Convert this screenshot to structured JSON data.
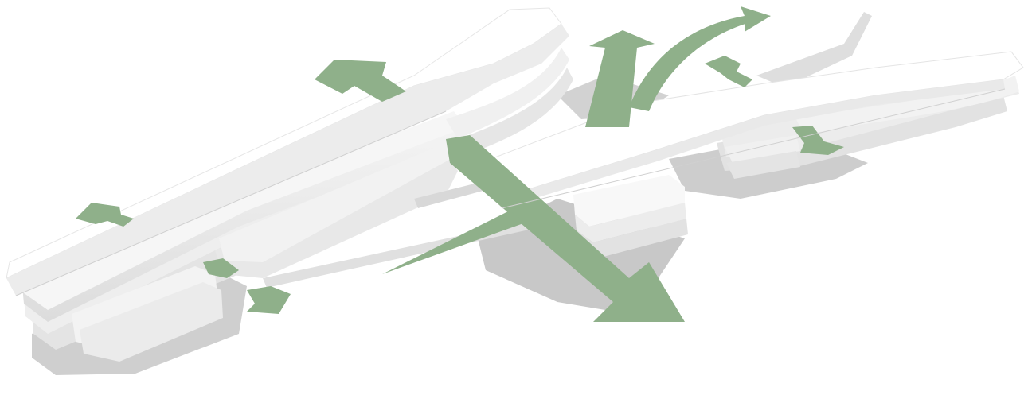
{
  "diagram": {
    "style": "axonometric massing diagram",
    "colors": {
      "slab_top": "#ffffff",
      "slab_edge": "#ececec",
      "slab_shadow": "#d6d6d6",
      "ground": "#c9c9c9",
      "arrow": "#8fb08a",
      "arrow_dark": "#7a9a75",
      "background": "#ffffff"
    },
    "elements": {
      "left_building": "stacked-slab-block",
      "right_building": "stacked-slab-block",
      "arrows": [
        "arrow-north-left",
        "arrow-west",
        "arrow-south-left",
        "arrow-northeast-curved",
        "arrow-north-center",
        "arrow-north-right",
        "arrow-east",
        "arrow-southeast",
        "arrow-southwest-spear"
      ]
    }
  }
}
